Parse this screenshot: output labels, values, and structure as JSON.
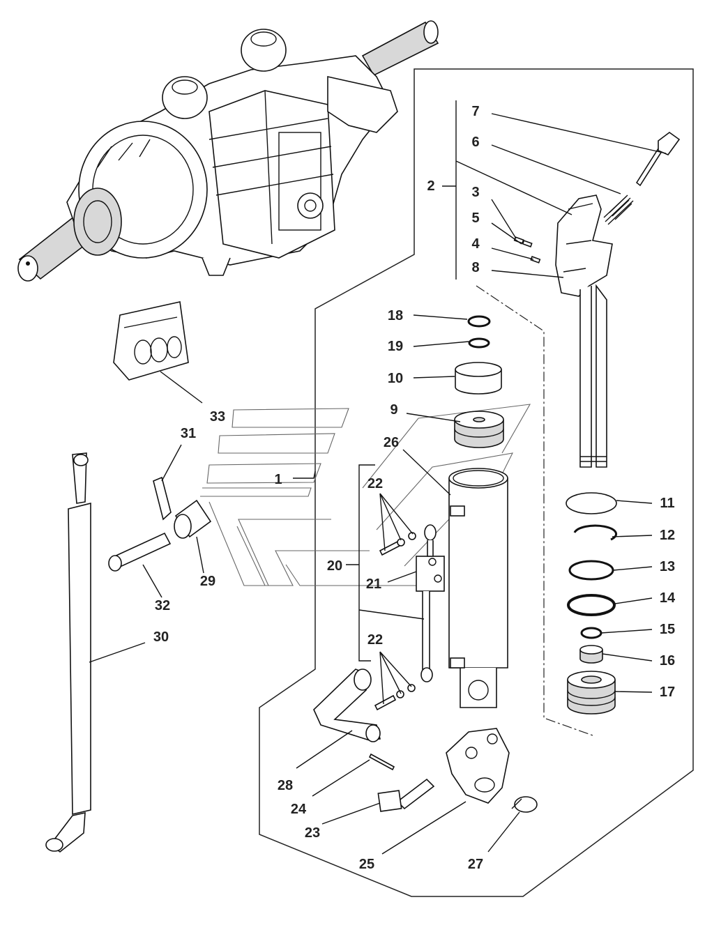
{
  "callouts": [
    {
      "id": "c7",
      "label": "7"
    },
    {
      "id": "c6",
      "label": "6"
    },
    {
      "id": "c2",
      "label": "2"
    },
    {
      "id": "c3",
      "label": "3"
    },
    {
      "id": "c5",
      "label": "5"
    },
    {
      "id": "c4",
      "label": "4"
    },
    {
      "id": "c8",
      "label": "8"
    },
    {
      "id": "c18",
      "label": "18"
    },
    {
      "id": "c19",
      "label": "19"
    },
    {
      "id": "c10",
      "label": "10"
    },
    {
      "id": "c9",
      "label": "9"
    },
    {
      "id": "c26",
      "label": "26"
    },
    {
      "id": "c33",
      "label": "33"
    },
    {
      "id": "c31",
      "label": "31"
    },
    {
      "id": "c1",
      "label": "1"
    },
    {
      "id": "c22a",
      "label": "22"
    },
    {
      "id": "c20",
      "label": "20"
    },
    {
      "id": "c21",
      "label": "21"
    },
    {
      "id": "c22b",
      "label": "22"
    },
    {
      "id": "c29",
      "label": "29"
    },
    {
      "id": "c32",
      "label": "32"
    },
    {
      "id": "c30",
      "label": "30"
    },
    {
      "id": "c11",
      "label": "11"
    },
    {
      "id": "c12",
      "label": "12"
    },
    {
      "id": "c13",
      "label": "13"
    },
    {
      "id": "c14",
      "label": "14"
    },
    {
      "id": "c15",
      "label": "15"
    },
    {
      "id": "c16",
      "label": "16"
    },
    {
      "id": "c17",
      "label": "17"
    },
    {
      "id": "c28",
      "label": "28"
    },
    {
      "id": "c24",
      "label": "24"
    },
    {
      "id": "c23",
      "label": "23"
    },
    {
      "id": "c25",
      "label": "25"
    },
    {
      "id": "c27",
      "label": "27"
    }
  ]
}
